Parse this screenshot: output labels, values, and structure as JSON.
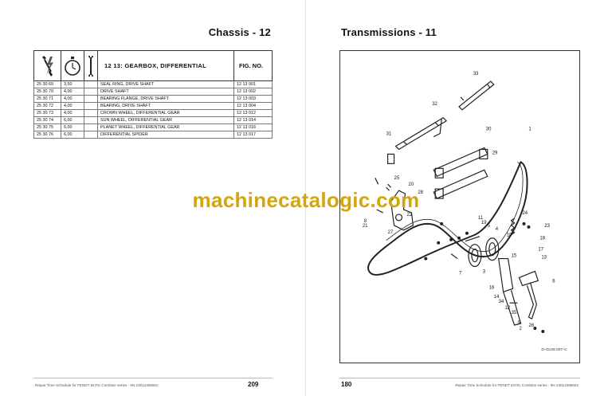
{
  "left_page": {
    "section_title": "Chassis - 12",
    "table": {
      "heading": "12 13: GEARBOX, DIFFERENTIAL",
      "fig_heading": "FIG. NO.",
      "rows": [
        {
          "part": "25 30 69",
          "hours": "3,50",
          "description": "SEAL RING, DRIVE SHAFT",
          "fig": "12 13 001"
        },
        {
          "part": "25 30 70",
          "hours": "4,00",
          "description": "DRIVE SHAFT",
          "fig": "12 13 002"
        },
        {
          "part": "25 30 71",
          "hours": "4,00",
          "description": "BEARING FLANGE, DRIVE SHAFT",
          "fig": "12 13 003"
        },
        {
          "part": "25 30 72",
          "hours": "4,00",
          "description": "BEARING, DRIVE SHAFT",
          "fig": "12 13 004"
        },
        {
          "part": "25 30 73",
          "hours": "4,00",
          "description": "CROWN WHEEL, DIFFERENTIAL GEAR",
          "fig": "12 13 012"
        },
        {
          "part": "25 30 74",
          "hours": "6,00",
          "description": "SUN WHEEL, DIFFERENTIAL GEAR",
          "fig": "12 13 014"
        },
        {
          "part": "25 30 75",
          "hours": "6,00",
          "description": "PLANET WHEEL, DIFFERENTIAL GEAR",
          "fig": "12 13 016"
        },
        {
          "part": "25 30 76",
          "hours": "6,00",
          "description": "DIFFERENTIAL SPIDER",
          "fig": "12 13 017"
        }
      ]
    },
    "page_number": "209",
    "footer": "Repair Time Schedule for FENDT 8470c Combine series - 5N 23012286502"
  },
  "right_page": {
    "section_title": "Transmissions - 11",
    "diagram_code": "D-OL09.007-C",
    "callouts": [
      "1",
      "2",
      "3",
      "4",
      "5",
      "6",
      "7",
      "8",
      "9",
      "10",
      "11",
      "12",
      "13",
      "14",
      "15",
      "16",
      "17",
      "18",
      "19",
      "20",
      "21",
      "22",
      "23",
      "24",
      "25",
      "26",
      "27",
      "28",
      "29",
      "30",
      "31",
      "32",
      "33",
      "34",
      "35"
    ],
    "page_number": "180",
    "footer": "Repair Time Schedule for FENDT 8470c Combine series - 5N 23012286502"
  },
  "watermark": "machinecatalogic.com"
}
